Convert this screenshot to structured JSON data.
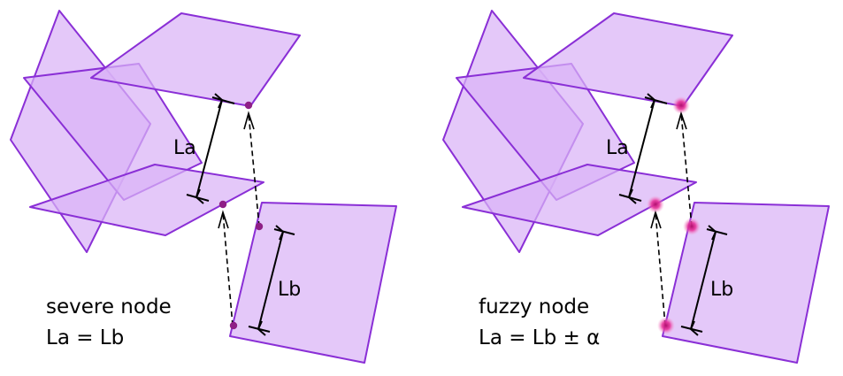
{
  "colors": {
    "plane_fill": "#d9b3f7",
    "plane_stroke": "#8a2fd6",
    "severe_node": "#8e1f86",
    "fuzzy_node": "#e8339b"
  },
  "panels": {
    "severe": {
      "dim_a": "La",
      "dim_b": "Lb",
      "caption_line1": "severe node",
      "caption_line2": "La = Lb"
    },
    "fuzzy": {
      "dim_a": "La",
      "dim_b": "Lb",
      "caption_line1": "fuzzy node",
      "caption_line2": "La = Lb ± α"
    }
  }
}
